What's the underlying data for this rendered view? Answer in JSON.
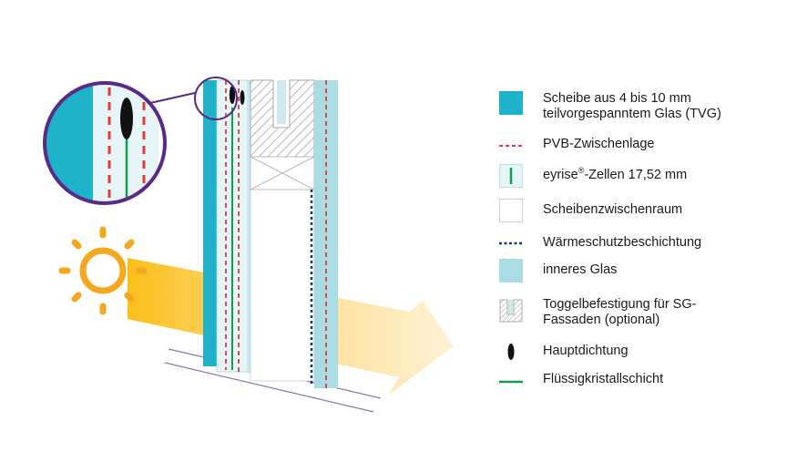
{
  "colors": {
    "tvg": "#1fb3c9",
    "pvb": "#e03a3a",
    "cell_fill": "#e6f5f8",
    "liquid_crystal": "#1a9a4a",
    "coating": "#1d3b78",
    "inner_glass": "#a9dde3",
    "sun": "#f4a81e",
    "circle_border": "#5b2a86",
    "seal": "#111111"
  },
  "icons": {
    "sun": "sun-icon",
    "zoom": "magnifier-circle",
    "arrow": "light-arrow"
  },
  "legend": {
    "tvg": "Scheibe aus 4 bis 10 mm teilvorgespanntem Glas (TVG)",
    "pvb": "PVB-Zwischenlage",
    "cells_prefix": "eyrise",
    "cells_sup": "®",
    "cells_suffix": "-Zellen 17,52 mm",
    "cavity": "Scheibenzwischenraum",
    "coating": "Wärmeschutzbeschichtung",
    "inner_glass": "inneres Glas",
    "toggle": "Toggelbefestigung für SG-Fassaden (optional)",
    "seal": "Hauptdichtung",
    "lc_layer": "Flüssigkristallschicht"
  }
}
